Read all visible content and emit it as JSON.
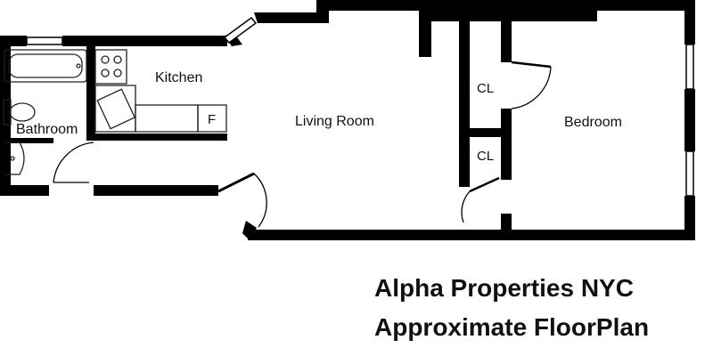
{
  "rooms": {
    "kitchen": "Kitchen",
    "bathroom": "Bathroom",
    "living_room": "Living Room",
    "bedroom": "Bedroom",
    "closet_1": "CL",
    "closet_2": "CL",
    "fridge": "F"
  },
  "caption": {
    "line1": "Alpha Properties NYC",
    "line2": "Approximate FloorPlan"
  },
  "colors": {
    "wall": "#000000",
    "fixture": "#222222",
    "background": "#ffffff"
  }
}
